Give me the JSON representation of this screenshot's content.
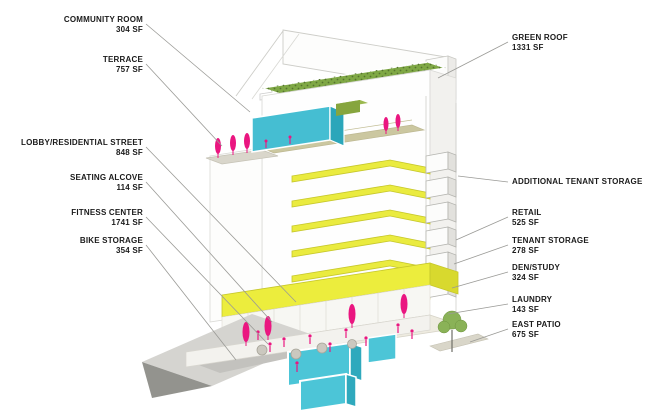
{
  "diagram": {
    "kind": "axonometric building program diagram",
    "colors": {
      "accent_pink": "#ea1680",
      "cyan_glass": "#4cc5d7",
      "floor_yellow": "#eaeb3f",
      "green_roof": "#7fa845",
      "tree_green": "#8ab257",
      "leader_gray": "#9a9a96"
    }
  },
  "labels": {
    "left": [
      {
        "name": "COMMUNITY ROOM",
        "area": "304 SF"
      },
      {
        "name": "TERRACE",
        "area": "757 SF"
      },
      {
        "name": "LOBBY/RESIDENTIAL STREET",
        "area": "848 SF"
      },
      {
        "name": "SEATING ALCOVE",
        "area": "114 SF"
      },
      {
        "name": "FITNESS CENTER",
        "area": "1741 SF"
      },
      {
        "name": "BIKE STORAGE",
        "area": "354 SF"
      }
    ],
    "right": [
      {
        "name": "GREEN ROOF",
        "area": "1331 SF"
      },
      {
        "name": "ADDITIONAL TENANT STORAGE",
        "area": ""
      },
      {
        "name": "RETAIL",
        "area": "525 SF"
      },
      {
        "name": "TENANT STORAGE",
        "area": "278 SF"
      },
      {
        "name": "DEN/STUDY",
        "area": "324 SF"
      },
      {
        "name": "LAUNDRY",
        "area": "143 SF"
      },
      {
        "name": "EAST PATIO",
        "area": "675 SF"
      }
    ]
  }
}
